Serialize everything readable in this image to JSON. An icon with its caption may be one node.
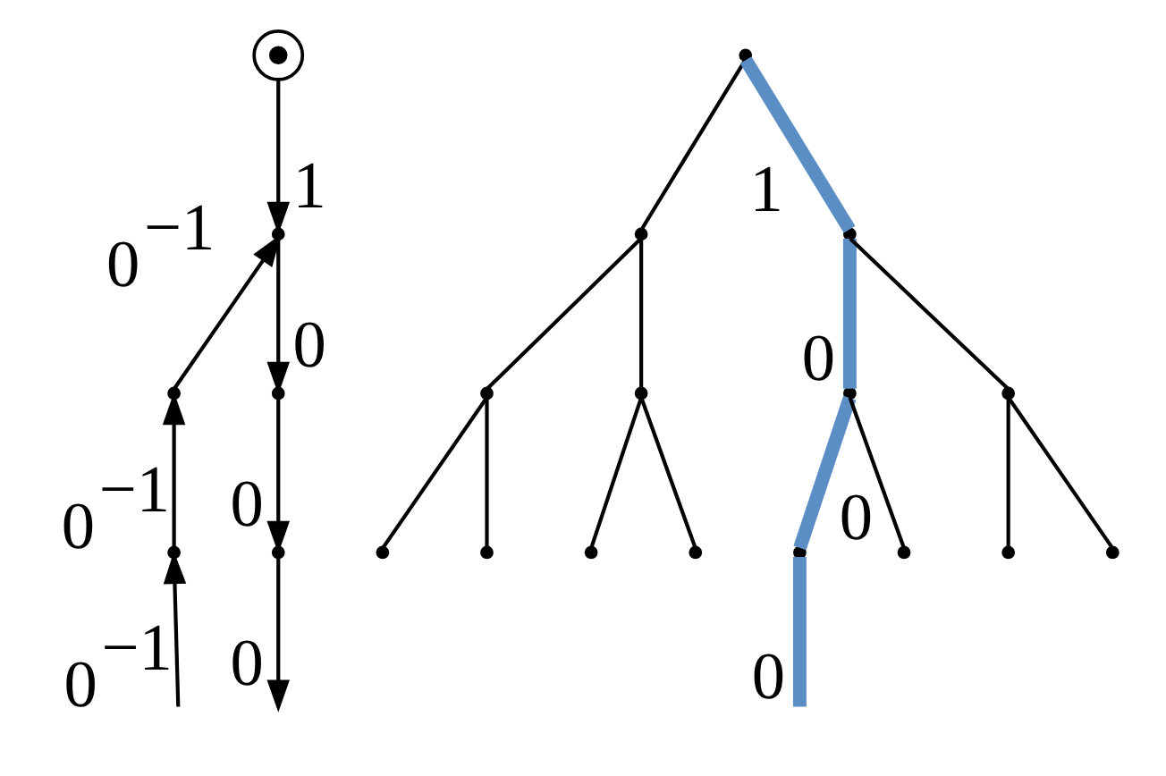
{
  "diagram": {
    "nodes": [
      {
        "text": [],
        "shape": "circle"
      },
      {
        "text": [],
        "shape": "point"
      },
      {
        "text": [],
        "shape": "point"
      },
      {
        "text": [],
        "shape": "point"
      },
      {
        "text": [],
        "shape": "point"
      },
      {
        "text": [],
        "shape": "point"
      },
      {
        "text": [],
        "shape": "point"
      },
      {
        "text": [],
        "shape": "point"
      },
      {
        "text": [],
        "shape": "point"
      },
      {
        "text": [],
        "shape": "point"
      },
      {
        "text": [],
        "shape": "point"
      },
      {
        "text": [],
        "shape": "point"
      },
      {
        "text": [],
        "shape": "point"
      },
      {
        "text": [],
        "shape": "point"
      },
      {
        "text": [],
        "shape": "point"
      },
      {
        "text": [],
        "shape": "point"
      },
      {
        "text": [],
        "shape": "point"
      },
      {
        "text": [],
        "shape": "point"
      },
      {
        "text": [],
        "shape": "point"
      },
      {
        "text": [],
        "shape": "point"
      },
      {
        "text": [],
        "shape": "point"
      }
    ],
    "edges": [
      {
        "from": 0,
        "to": 1,
        "arrow": "to",
        "label": "1"
      },
      {
        "from": 2,
        "to": 1,
        "arrow": "to",
        "label": "0$^{−1}$"
      },
      {
        "from": 1,
        "to": 3,
        "arrow": "to",
        "label": "0"
      },
      {
        "from": 4,
        "to": 2,
        "arrow": "to",
        "label": "0$^{−1}$"
      },
      {
        "from": 3,
        "to": 5,
        "arrow": "to",
        "label": "0"
      },
      {
        "from": null,
        "to": 4,
        "arrow": "to",
        "label": "0$^{−1}$"
      },
      {
        "from": 5,
        "to": null,
        "arrow": "to",
        "label": "0"
      },
      {
        "from": 6,
        "to": 7,
        "arrow": "none"
      },
      {
        "from": 6,
        "to": 8,
        "arrow": "none",
        "label": "1",
        "style": "thick",
        "color": "#5b8ec4"
      },
      {
        "from": 7,
        "to": 9,
        "arrow": "none"
      },
      {
        "from": 7,
        "to": 10,
        "arrow": "none"
      },
      {
        "from": 8,
        "to": 11,
        "arrow": "none",
        "label": "0",
        "style": "thick",
        "color": "#5b8ec4"
      },
      {
        "from": 8,
        "to": 12,
        "arrow": "none"
      },
      {
        "from": 9,
        "to": 13,
        "arrow": "none"
      },
      {
        "from": 9,
        "to": 14,
        "arrow": "none"
      },
      {
        "from": 10,
        "to": 15,
        "arrow": "none"
      },
      {
        "from": 10,
        "to": 16,
        "arrow": "none"
      },
      {
        "from": 11,
        "to": 17,
        "arrow": "none",
        "label": "0",
        "style": "thick",
        "color": "#5b8ec4"
      },
      {
        "from": 11,
        "to": 18,
        "arrow": "none"
      },
      {
        "from": 12,
        "to": 19,
        "arrow": "none"
      },
      {
        "from": 12,
        "to": 20,
        "arrow": "none"
      },
      {
        "from": 17,
        "to": null,
        "arrow": "none",
        "label": "0",
        "style": "thick",
        "color": "#5b8ec4"
      }
    ]
  }
}
